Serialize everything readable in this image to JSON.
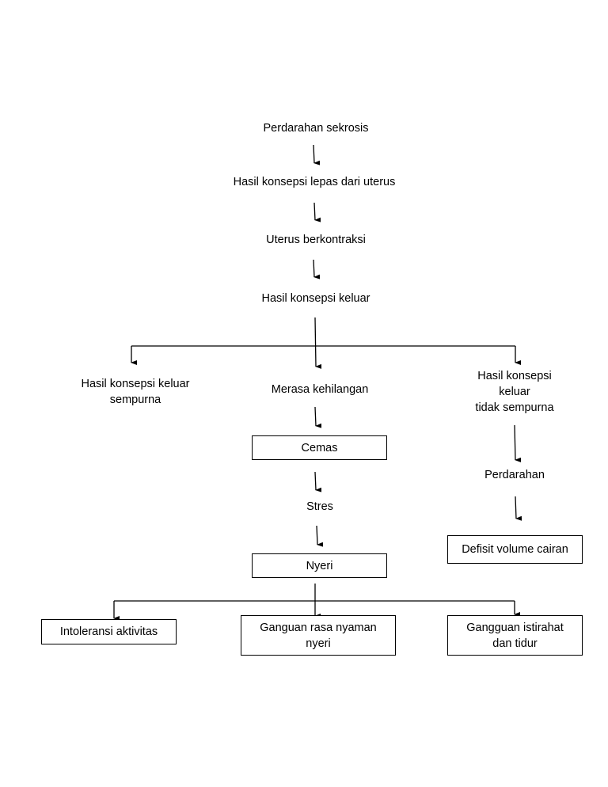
{
  "nodes": {
    "perdarahan_sekrosis": "Perdarahan sekrosis",
    "hasil_lepas": "Hasil konsepsi lepas dari uterus",
    "uterus_kontraksi": "Uterus berkontraksi",
    "hasil_keluar": "Hasil konsepsi keluar",
    "keluar_sempurna": "Hasil konsepsi keluar\nsempurna",
    "merasa_kehilangan": "Merasa kehilangan",
    "keluar_tidak_sempurna": "Hasil konsepsi keluar\ntidak sempurna",
    "cemas": "Cemas",
    "stres": "Stres",
    "nyeri": "Nyeri",
    "perdarahan": "Perdarahan",
    "defisit_volume": "Defisit volume cairan",
    "intoleransi": "Intoleransi aktivitas",
    "ganguan_nyaman": "Ganguan rasa nyaman\nnyeri",
    "gangguan_istirahat": "Gangguan istirahat\ndan tidur"
  }
}
